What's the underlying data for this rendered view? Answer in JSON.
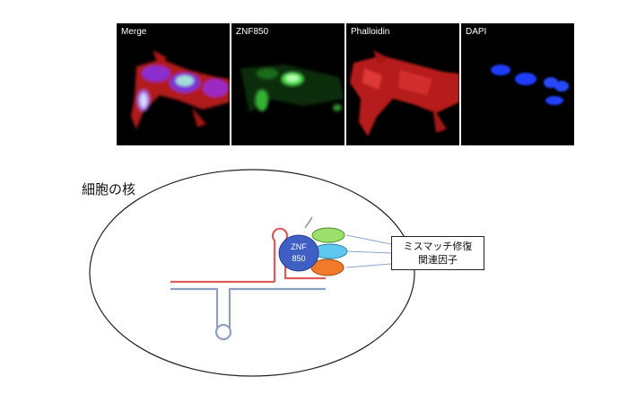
{
  "panels": [
    {
      "label": "Merge",
      "channel": "merge"
    },
    {
      "label": "ZNF850",
      "channel": "green"
    },
    {
      "label": "Phalloidin",
      "channel": "red"
    },
    {
      "label": "DAPI",
      "channel": "blue"
    }
  ],
  "diagram": {
    "nucleus_label": "細胞の核",
    "protein_label_line1": "ZNF",
    "protein_label_line2": "850",
    "factor_label_line1": "ミスマッチ修復",
    "factor_label_line2": "関連因子"
  },
  "colors": {
    "panel_background": "#000000",
    "dna_red": "#e05a5a",
    "dna_blue": "#8f9fc0",
    "protein": "#3f5fc4",
    "factor_green": "#9be06a",
    "factor_cyan": "#5fc8f0",
    "factor_orange": "#f07a2a",
    "connector": "#8fa3cf"
  }
}
